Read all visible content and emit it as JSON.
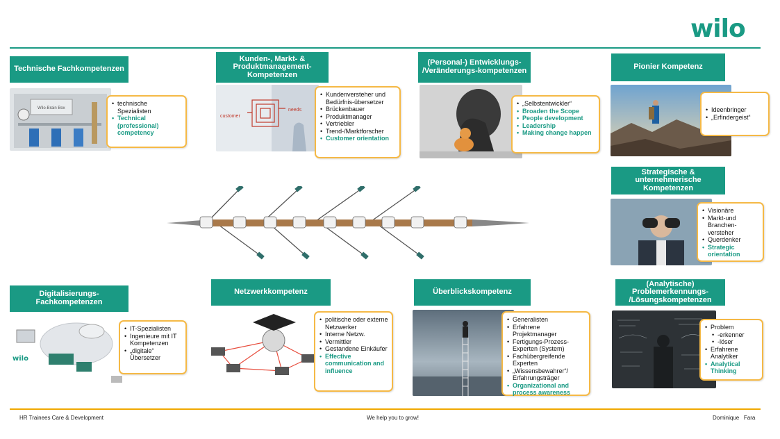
{
  "brand": {
    "logo_text": "wilo",
    "accent": "#1a9a84",
    "highlight": "#f5b946"
  },
  "footer": {
    "left": "HR Trainees Care & Development",
    "center": "We help you to grow!",
    "right": "Dominique   Fara"
  },
  "cards": {
    "technical": {
      "title": "Technische Fachkompetenzen",
      "items": [
        "technische Spezialisten",
        "Technical (professional) competency"
      ]
    },
    "kunden": {
      "title": "Kunden-, Markt- & Produktmanagement-Kompetenzen",
      "items": [
        "Kundenversteher und Bedürfnis-übersetzer",
        "Brückenbauer",
        "Produktmanager",
        "Vertriebler",
        "Trend-/Marktforscher",
        "Customer orientation"
      ],
      "image_words": [
        "customer",
        "needs"
      ]
    },
    "personal": {
      "title": "(Personal-) Entwicklungs- /Veränderungs-kompetenzen",
      "items": [
        "„Selbstentwickler“",
        "Broaden  the Scope",
        "People development",
        "Leadership",
        "Making  change happen"
      ]
    },
    "pionier": {
      "title": "Pionier Kompetenz",
      "items": [
        "Ideenbringer",
        "„Erfindergeist“"
      ]
    },
    "strategisch": {
      "title": "Strategische & unternehmerische Kompetenzen",
      "items": [
        "Visionäre",
        "Markt-und Branchen-versteher",
        "Querdenker",
        "Strategic orientation"
      ]
    },
    "digital": {
      "title": "Digitalisierungs-Fachkompetenzen",
      "items": [
        "IT-Spezialisten",
        "Ingenieure mit IT Kompetenzen",
        "„digitale“ Übersetzer"
      ],
      "image_words": [
        "wilo"
      ]
    },
    "netzwerk": {
      "title": "Netzwerkkompetenz",
      "items": [
        "politische oder externe Netzwerker",
        "Interne Netzw.",
        "Vermittler",
        "Gestandene Einkäufer",
        "Effective communication and influence"
      ]
    },
    "ueberblick": {
      "title": "Überblickskompetenz",
      "items": [
        "Generalisten",
        "Erfahrene Projektmanager",
        "Fertigungs-Prozess-Experten (System)",
        "Fachübergreifende Experten",
        "„Wissensbewahrer“/ Erfahrungsträger",
        "Organizational  and process  awareness"
      ]
    },
    "analytisch": {
      "title": "(Analytische) Problemerkennungs- /Lösungskompetenzen",
      "items": [
        "Problem",
        "-erkenner",
        "-löser",
        "Erfahrene Analytiker",
        "Analytical Thinking"
      ]
    }
  }
}
